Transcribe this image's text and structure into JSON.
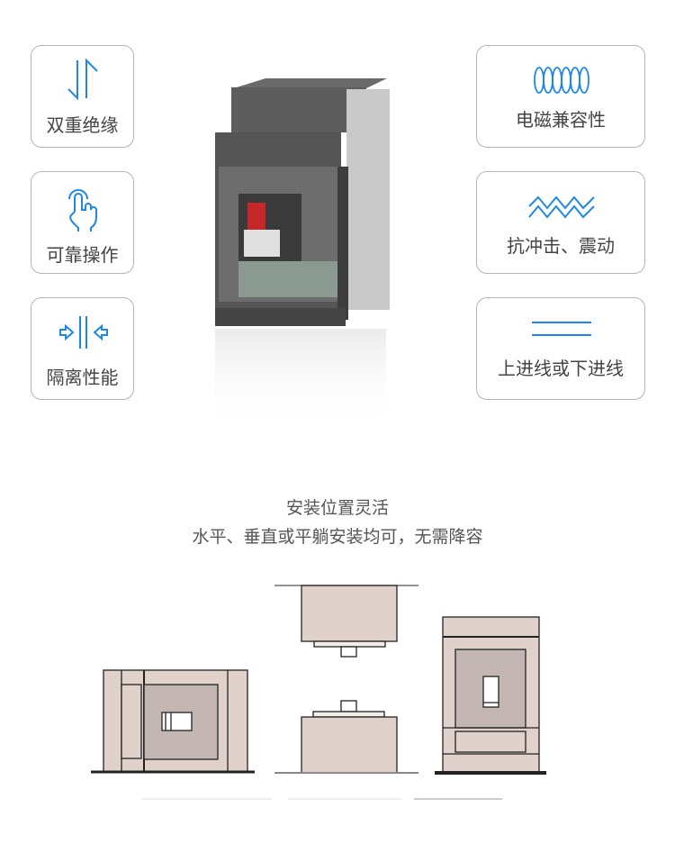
{
  "features_left": [
    {
      "label": "双重绝缘",
      "icon": "double-insulation-icon"
    },
    {
      "label": "可靠操作",
      "icon": "finger-press-icon"
    },
    {
      "label": "隔离性能",
      "icon": "isolation-icon"
    }
  ],
  "features_right": [
    {
      "label": "电磁兼容性",
      "icon": "coil-icon"
    },
    {
      "label": "抗冲击、震动",
      "icon": "zigzag-icon"
    },
    {
      "label": "上进线或下进线",
      "icon": "parallel-lines-icon"
    }
  ],
  "install": {
    "title": "安装位置灵活",
    "subtitle": "水平、垂直或平躺安装均可，无需降容"
  },
  "colors": {
    "accent": "#1e88e5",
    "panel": "#e0d2ca",
    "panel_dark": "#c4b7b3"
  }
}
